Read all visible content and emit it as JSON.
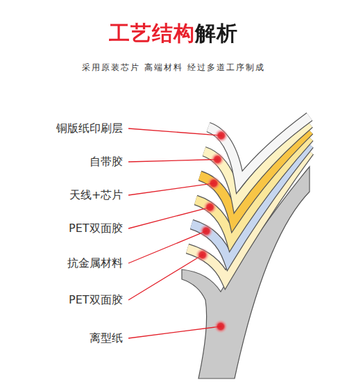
{
  "diagram": {
    "title": "工艺结构解析",
    "caption": "采用原装芯片 高端材料 经过多道工序制成",
    "labels": [
      "铜版纸印刷层",
      "自带胶",
      "天线+芯片",
      "PET双面胶",
      "抗金属材料",
      "PET双面胶",
      "离型纸"
    ]
  }
}
